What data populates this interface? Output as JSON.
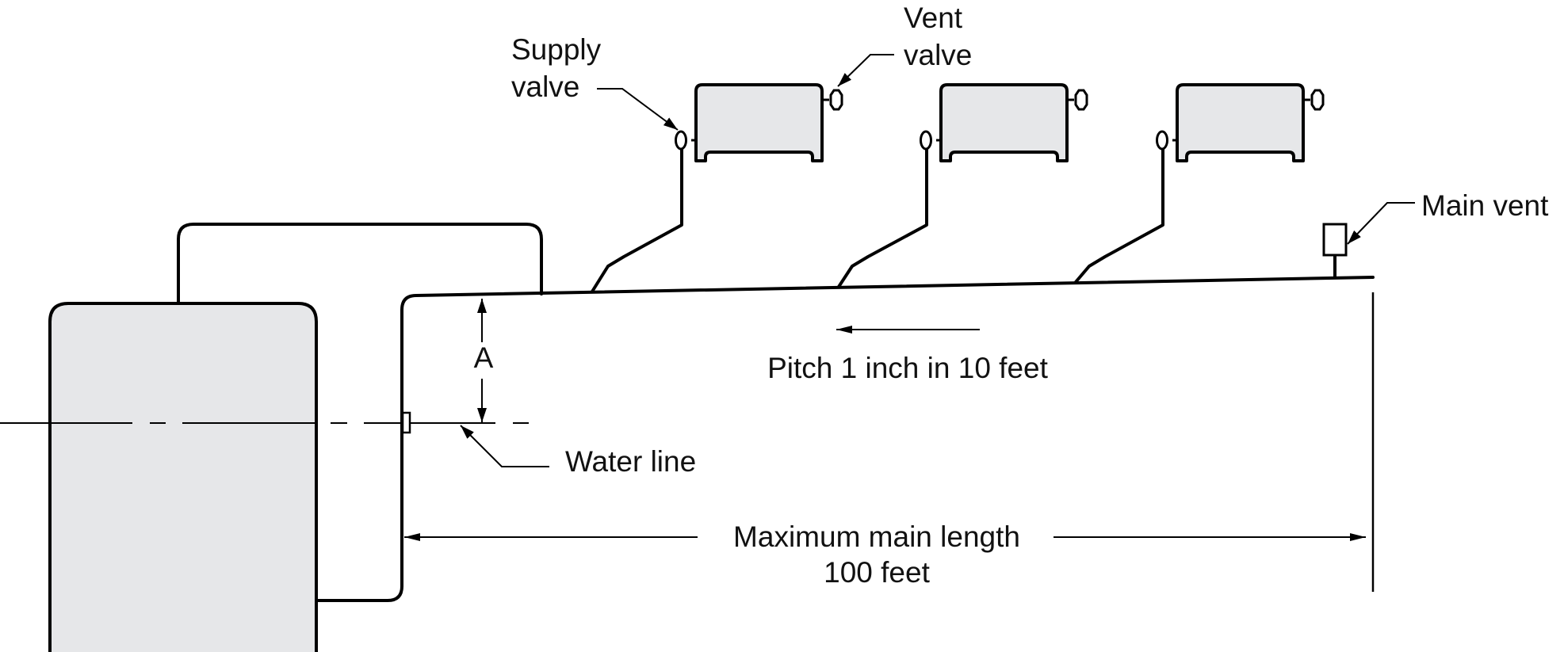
{
  "diagram": {
    "title": "One-pipe steam heating system",
    "colors": {
      "line": "#000000",
      "fill": "#e6e7e9",
      "background": "#ffffff",
      "text": "#111111"
    },
    "labels": {
      "supply_valve": [
        "Supply",
        "valve"
      ],
      "vent_valve": [
        "Vent",
        "valve"
      ],
      "main_vent": "Main vent",
      "dimension_a": "A",
      "pitch": "Pitch 1 inch in 10 feet",
      "water_line": "Water line",
      "max_main_length": [
        "Maximum main length",
        "100 feet"
      ]
    },
    "components": {
      "boiler": "boiler",
      "radiators": [
        "radiator-1",
        "radiator-2",
        "radiator-3"
      ],
      "pitch_direction": "toward boiler (left)"
    },
    "specs": {
      "pitch": {
        "rise_inches": 1,
        "run_feet": 10
      },
      "max_main_length_feet": 100
    }
  }
}
